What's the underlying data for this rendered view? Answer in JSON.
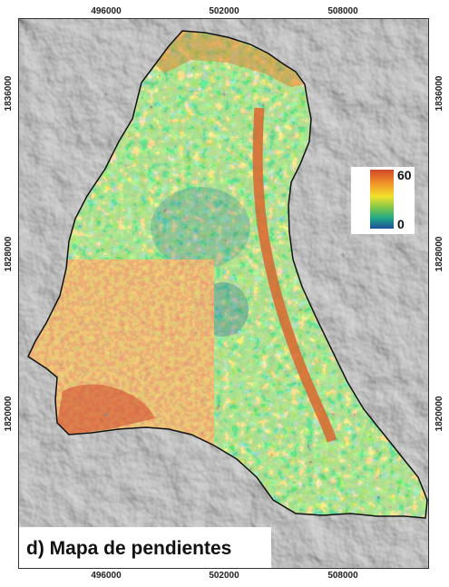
{
  "panel": {
    "title": "d) Mapa de pendientes"
  },
  "axes": {
    "x_ticks": [
      "496000",
      "502000",
      "508000"
    ],
    "y_ticks_left": [
      "1836000",
      "1828000",
      "1820000"
    ],
    "y_ticks_right": [
      "1836000",
      "1828000",
      "1820000"
    ]
  },
  "legend": {
    "max_label": "60",
    "min_label": "0",
    "colors": [
      "#d0462a",
      "#f08f2a",
      "#f3e02a",
      "#7dc64a",
      "#22a887",
      "#1d4f9a"
    ]
  },
  "map_colors": {
    "hillshade": "#d9d9d9",
    "outline": "#111111",
    "steep": "#d9662f",
    "mid": "#e8c23a",
    "flat_green": "#5fb048",
    "flat_blue": "#2c6f9e"
  }
}
